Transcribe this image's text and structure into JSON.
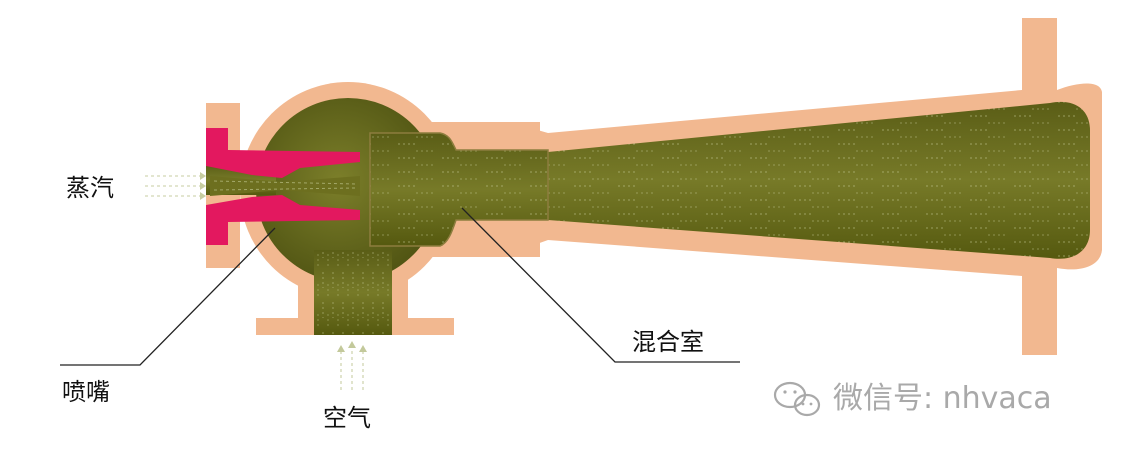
{
  "labels": {
    "steam": "蒸汽",
    "nozzle": "喷嘴",
    "air": "空气",
    "mixing_chamber": "混合室"
  },
  "watermark": {
    "icon": "wechat-icon",
    "text": "微信号: nhvaca"
  },
  "colors": {
    "body": "#f2b890",
    "body_edge": "#e8a67c",
    "flow": "#6d6f1f",
    "flow_dark": "#4f5312",
    "nozzle": "#e3185f",
    "watermark": "#a9a9a9"
  }
}
